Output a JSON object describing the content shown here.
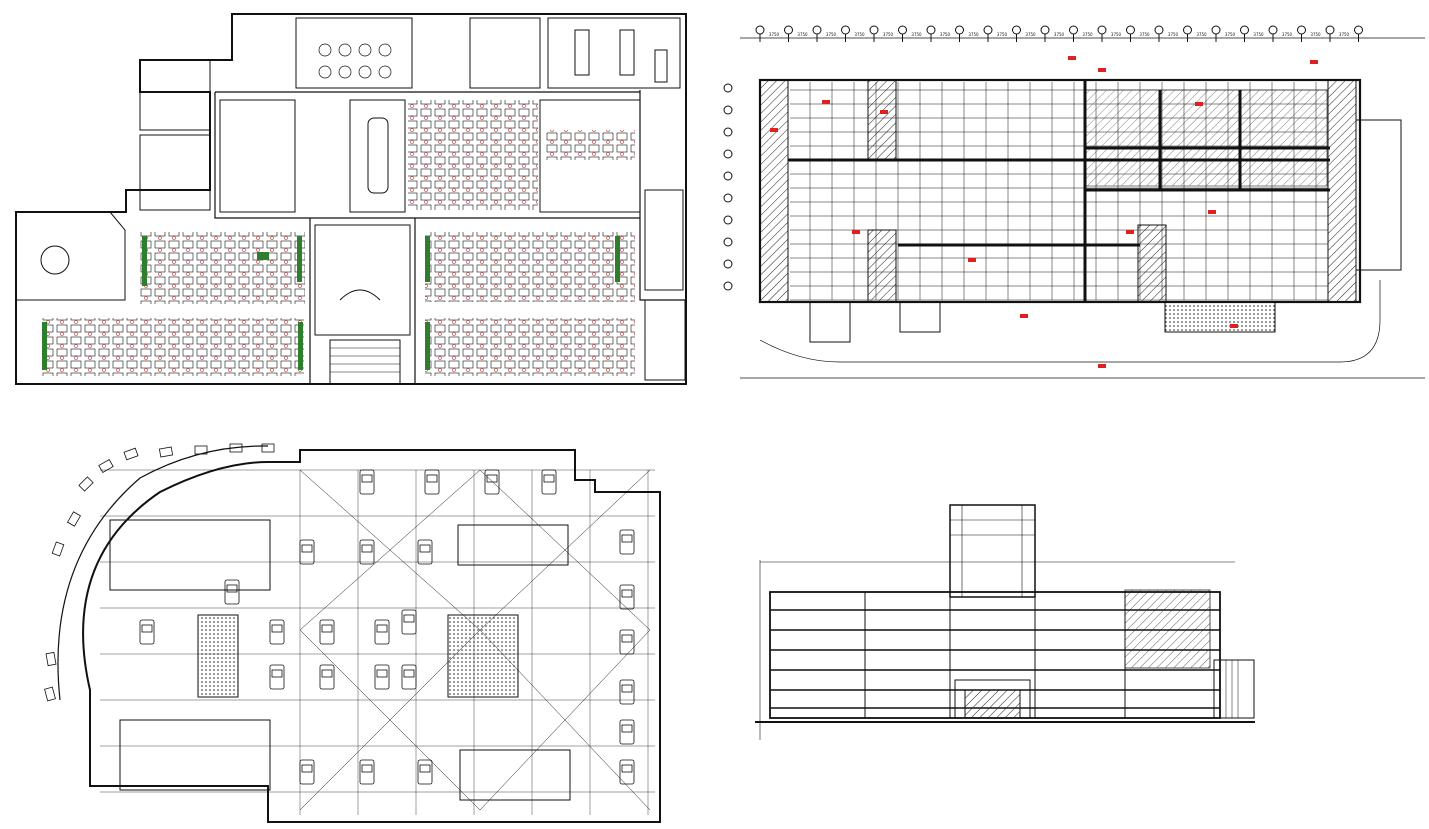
{
  "colors": {
    "line": "#111111",
    "accent_red": "#e02020",
    "green": "#2f7d2f",
    "hatch": "#222222",
    "background": "#ffffff"
  },
  "sheets": [
    {
      "id": "office-floor-plan",
      "label": ""
    },
    {
      "id": "structural-grid-plan",
      "label": ""
    },
    {
      "id": "parking-level-plan",
      "label": ""
    },
    {
      "id": "front-elevation",
      "label": ""
    }
  ],
  "grid_plan": {
    "dimension_labels": [
      "3750",
      "3750",
      "3750",
      "3750",
      "3750",
      "3750",
      "3750",
      "3750",
      "3750",
      "3750",
      "3750",
      "3750",
      "3750",
      "3750",
      "3750",
      "3750",
      "3750",
      "3750",
      "3750",
      "3750",
      "3750"
    ]
  }
}
